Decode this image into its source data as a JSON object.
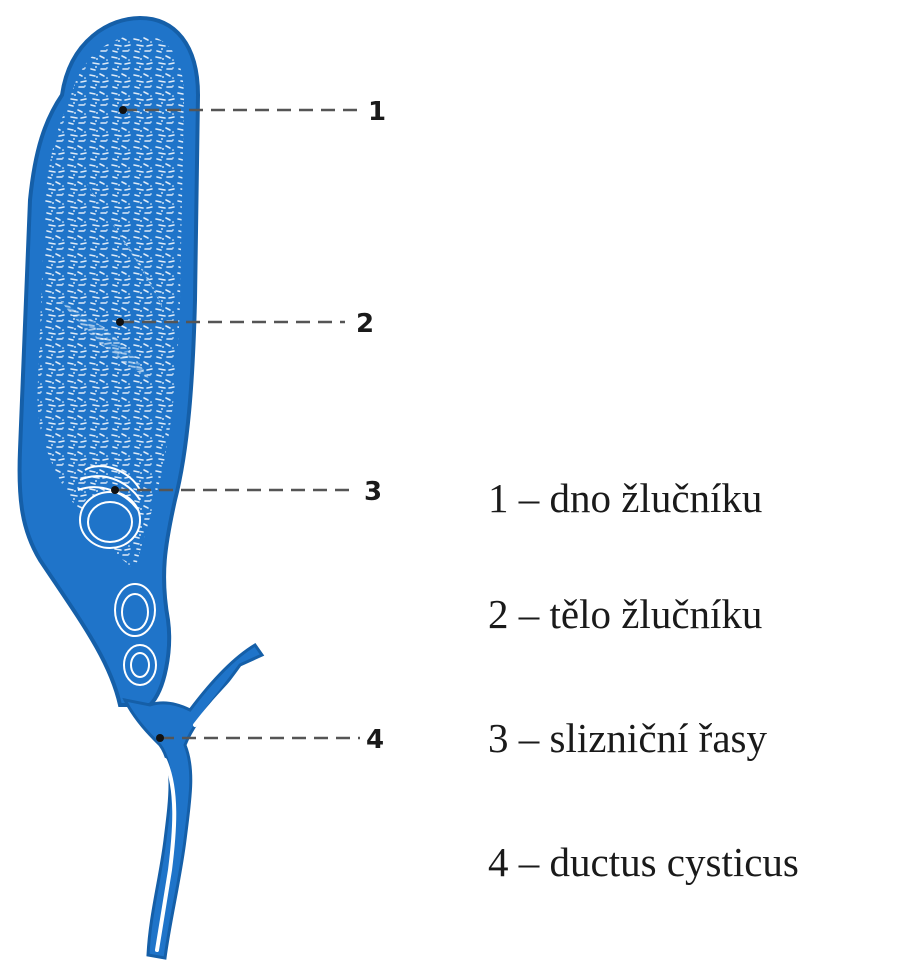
{
  "diagram": {
    "colors": {
      "organ": "#1f74c9",
      "organ_dark": "#155fa8",
      "leader_line": "#555555",
      "label_text": "#1a1a1a"
    },
    "callouts": [
      {
        "number": "1"
      },
      {
        "number": "2"
      },
      {
        "number": "3"
      },
      {
        "number": "4"
      }
    ],
    "legend": [
      {
        "number": "1",
        "dash": "–",
        "text": "dno žlučníku"
      },
      {
        "number": "2",
        "dash": "–",
        "text": "tělo žlučníku"
      },
      {
        "number": "3",
        "dash": "–",
        "text": "slizniční řasy"
      },
      {
        "number": "4",
        "dash": "–",
        "text": "ductus cysticus"
      }
    ]
  }
}
